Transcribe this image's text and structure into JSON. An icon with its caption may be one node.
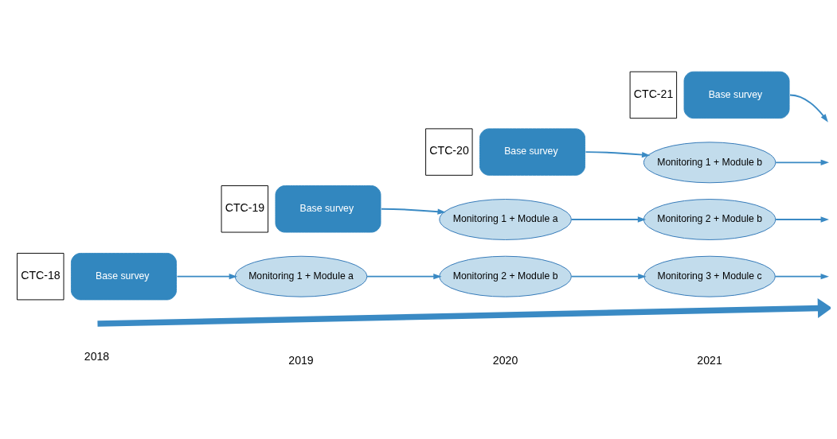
{
  "diagram": {
    "nodes": [
      {
        "text": [
          "Base survey"
        ],
        "beside": [
          "CTC-18"
        ]
      },
      {
        "text": [
          "Monitoring 1 + Module a"
        ]
      },
      {
        "text": [
          "Monitoring 2 + Module b"
        ]
      },
      {
        "text": [
          "Monitoring 3 + Module c"
        ]
      },
      {
        "text": [
          "Base survey"
        ],
        "beside": [
          "CTC-19"
        ]
      },
      {
        "text": [
          "Monitoring 1 + Module a"
        ]
      },
      {
        "text": [
          "Monitoring 2 + Module b"
        ]
      },
      {
        "text": [
          "Base survey"
        ],
        "beside": [
          "CTC-20"
        ]
      },
      {
        "text": [
          "Monitoring 1 + Module b"
        ]
      },
      {
        "text": [
          "Base survey"
        ],
        "beside": [
          "CTC-21"
        ]
      }
    ],
    "edges": [
      {
        "from": 0,
        "to": 1,
        "arrow": "to"
      },
      {
        "from": 1,
        "to": 2,
        "arrow": "to"
      },
      {
        "from": 2,
        "to": 3,
        "arrow": "to"
      },
      {
        "from": 3,
        "to": null,
        "arrow": "to"
      },
      {
        "from": 4,
        "to": 5,
        "arrow": "to"
      },
      {
        "from": 5,
        "to": 6,
        "arrow": "to"
      },
      {
        "from": 6,
        "to": null,
        "arrow": "to"
      },
      {
        "from": 7,
        "to": 8,
        "arrow": "to"
      },
      {
        "from": 8,
        "to": null,
        "arrow": "to"
      },
      {
        "from": 9,
        "to": null,
        "arrow": "to"
      }
    ],
    "labels": [
      "2018",
      "2019",
      "2020",
      "2021"
    ]
  }
}
